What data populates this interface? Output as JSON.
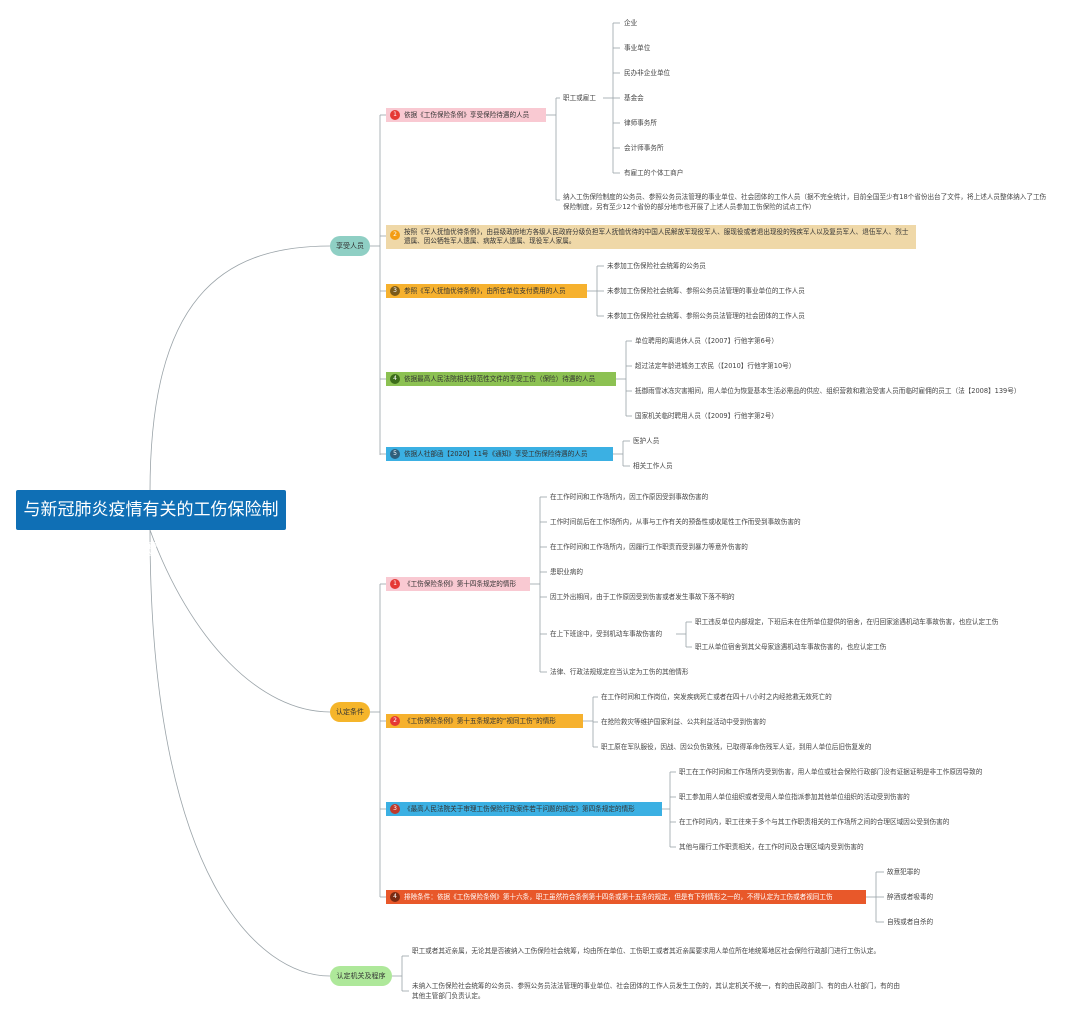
{
  "root": "与新冠肺炎疫情有关的工伤保险制度",
  "branches": {
    "applicants": "享受人员",
    "identification": "认定条件",
    "authority": "认定机关及程序"
  },
  "applicant_groups": [
    {
      "num": "1",
      "label": "依据《工伤保险条例》享受保险待遇的人员"
    },
    {
      "num": "2",
      "label": "按照《军人抚恤优待条例》，由县级政府地方各级人民政府分级负担军人抚恤优待的中国人民解放军现役军人、服现役或者退出现役的残疾军人以及复员军人、退伍军人、烈士遗属、因公牺牲军人遗属、病故军人遗属、现役军人家属。"
    },
    {
      "num": "3",
      "label": "参照《军人抚恤优待条例》，由所在单位支付费用的人员"
    },
    {
      "num": "4",
      "label": "依据最高人民法院相关规范性文件的享受工伤（保险）待遇的人员"
    },
    {
      "num": "5",
      "label": "依据人社部函【2020】11号《通知》享受工伤保险待遇的人员"
    }
  ],
  "employer_group_label": "职工或雇工",
  "employers": [
    "企业",
    "事业单位",
    "民办非企业单位",
    "基金会",
    "律师事务所",
    "会计师事务所",
    "有雇工的个体工商户"
  ],
  "civil_servants_note": "纳入工伤保险制度的公务员、参照公务员法管理的事业单位、社会团体的工作人员（据不完全统计，目前全国至少有18个省份出台了文件，将上述人员整体纳入了工伤保险制度，另有至少12个省份的部分地市也开展了上述人员参加工伤保险的试点工作）",
  "group3_items": [
    "未参加工伤保险社会统筹的公务员",
    "未参加工伤保险社会统筹、参照公务员法管理的事业单位的工作人员",
    "未参加工伤保险社会统筹、参照公务员法管理的社会团体的工作人员"
  ],
  "group4_items": [
    "单位聘用的离退休人员（【2007】行他字第6号）",
    "超过法定年龄进城务工农民（【2010】行他字第10号）",
    "抵御雨雪冰冻灾害期间，用人单位为恢复基本生活必需品的供应、组织营救和救治受害人员而临时雇佣的员工（法【2008】139号）",
    "国家机关临时聘用人员（【2009】行他字第2号）"
  ],
  "group5_items": [
    "医护人员",
    "相关工作人员"
  ],
  "condition_groups": [
    {
      "num": "1",
      "label": "《工伤保险条例》第十四条规定的情形"
    },
    {
      "num": "2",
      "label": "《工伤保险条例》第十五条规定的“视同工伤”的情形"
    },
    {
      "num": "3",
      "label": "《最高人民法院关于审理工伤保险行政案件若干问题的规定》第四条规定的情形"
    },
    {
      "num": "4",
      "label": "排除条件：依据《工伤保险条例》第十六条，职工虽然符合条例第十四条或第十五条的规定，但是有下列情形之一的，不得认定为工伤或者视同工伤"
    }
  ],
  "c1_items": [
    "在工作时间和工作场所内，因工作原因受到事故伤害的",
    "工作时间前后在工作场所内，从事与工作有关的预备性或收尾性工作而受到事故伤害的",
    "在工作时间和工作场所内，因履行工作职责而受到暴力等意外伤害的",
    "患职业病的",
    "因工外出期间，由于工作原因受到伤害或者发生事故下落不明的",
    "在上下班途中，受到机动车事故伤害的",
    "法律、行政法规规定应当认定为工伤的其他情形"
  ],
  "commute_items": [
    "职工违反单位内部规定，下班后未在住所单位提供的宿舍，在归回家途遇机动车事故伤害，也应认定工伤",
    "职工从单位宿舍到其父母家途遇机动车事故伤害的，也应认定工伤"
  ],
  "c2_items": [
    "在工作时间和工作岗位，突发疾病死亡或者在四十八小时之内经抢救无效死亡的",
    "在抢险救灾等维护国家利益、公共利益活动中受到伤害的",
    "职工原在军队服役，因战、因公负伤致残，已取得革命伤残军人证，到用人单位后旧伤复发的"
  ],
  "c3_items": [
    "职工在工作时间和工作场所内受到伤害，用人单位或社会保险行政部门没有证据证明是非工作原因导致的",
    "职工参加用人单位组织或者受用人单位指派参加其他单位组织的活动受到伤害的",
    "在工作时间内，职工往来于多个与其工作职责相关的工作场所之间的合理区域因公受到伤害的",
    "其他与履行工作职责相关，在工作时间及合理区域内受到伤害的"
  ],
  "c4_items": [
    "故意犯罪的",
    "醉酒或者吸毒的",
    "自残或者自杀的"
  ],
  "authority_items": [
    "职工或者其近亲属，无论其是否被纳入工伤保险社会统筹，均由所在单位、工伤职工或者其近亲属要求用人单位所在地统筹地区社会保险行政部门进行工伤认定。",
    "未纳入工伤保险社会统筹的公务员、参照公务员法法管理的事业单位、社会团体的工作人员发生工伤的，其认定机关不统一，有的由民政部门、有的由人社部门，有的由其他主管部门负责认定。"
  ],
  "colors": {
    "root": "#0f6fb5",
    "applicants": "#8fcfc4",
    "identification": "#f5b52a",
    "authority": "#aee89a",
    "pink": "#f9c9d2",
    "tan": "#efd8a8",
    "orange": "#f6b12e",
    "green": "#8cc152",
    "blue": "#3bb0e3",
    "red": "#e8582a"
  }
}
